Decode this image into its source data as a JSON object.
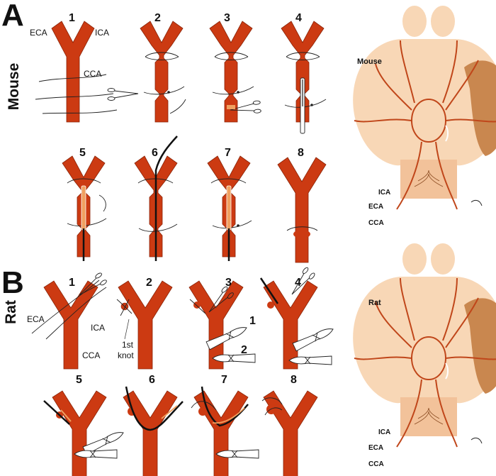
{
  "panels": {
    "mouse": {
      "letter": "A",
      "species": "Mouse",
      "steps": [
        "1",
        "2",
        "3",
        "4",
        "5",
        "6",
        "7",
        "8"
      ],
      "vessel_labels": {
        "eca": "ECA",
        "ica": "ICA",
        "cca": "CCA"
      }
    },
    "rat": {
      "letter": "B",
      "species": "Rat",
      "steps": [
        "1",
        "2",
        "3",
        "4",
        "5",
        "6",
        "7",
        "8"
      ],
      "vessel_labels": {
        "eca": "ECA",
        "ica": "ICA",
        "cca": "CCA"
      },
      "knot_label_1": "1st",
      "knot_label_2": "knot",
      "clamp_labels": [
        "1",
        "2"
      ]
    }
  },
  "brains": {
    "mouse": {
      "title": "Mouse",
      "ica": "ICA",
      "eca": "ECA",
      "cca": "CCA"
    },
    "rat": {
      "title": "Rat",
      "ica": "ICA",
      "eca": "ECA",
      "cca": "CCA"
    }
  },
  "colors": {
    "artery": "#cc3a12",
    "artery_outline": "#7a1e06",
    "brain_light": "#f8d7b6",
    "brain_mid": "#f2c29a",
    "infarct": "#c9874f",
    "filament": "#f0a060"
  }
}
